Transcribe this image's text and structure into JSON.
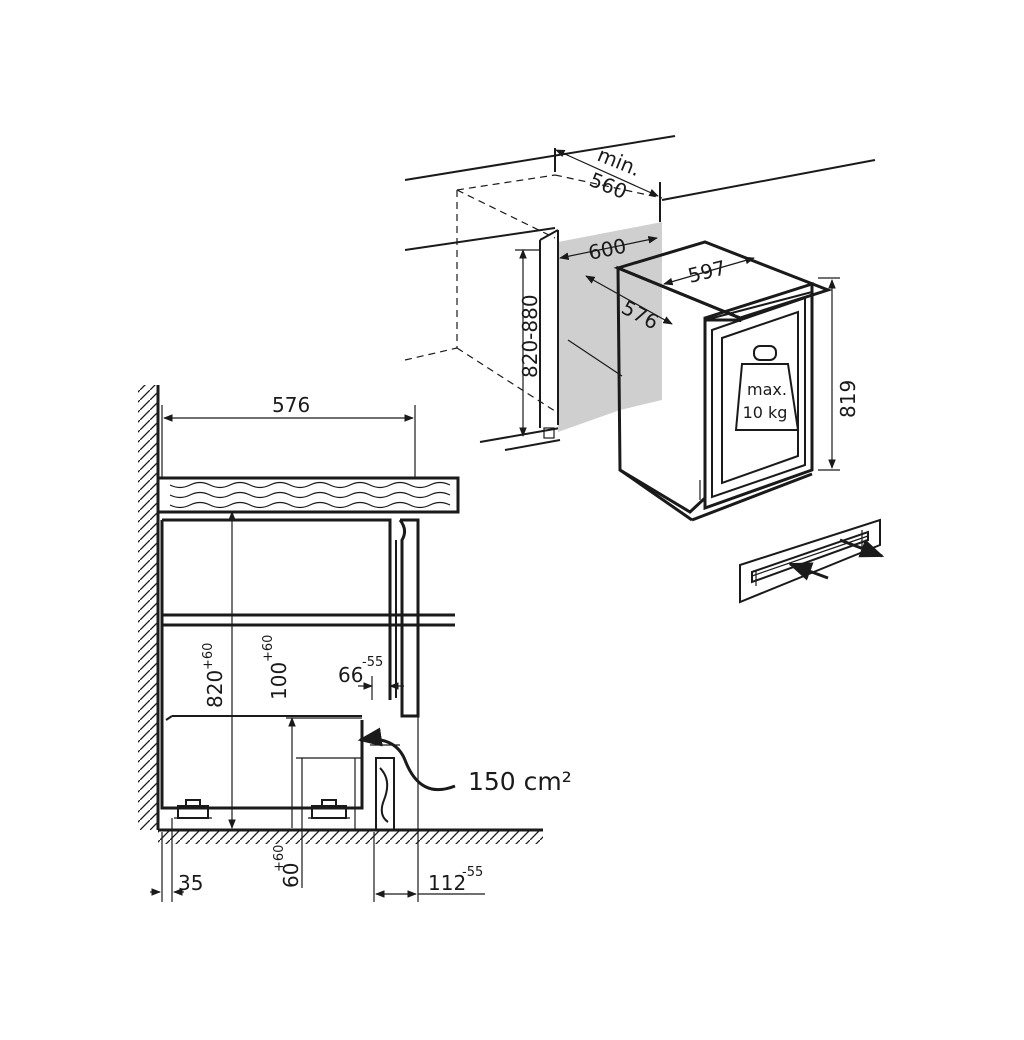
{
  "iso": {
    "min_label": "min.",
    "niche_depth": "560",
    "niche_width": "600",
    "niche_height": "820-880",
    "unit_width": "597",
    "unit_depth": "576",
    "unit_height": "819",
    "weight_line1": "max.",
    "weight_line2": "10 kg"
  },
  "side": {
    "depth": "576",
    "height_base": "820",
    "height_sup": "+60",
    "plinth_base": "100",
    "plinth_sup": "+60",
    "gap_base": "66",
    "gap_sup": "-55",
    "airflow": "150 cm²",
    "foot_base": "60",
    "foot_sup": "+60",
    "wall_gap": "35",
    "front_base": "112",
    "front_sup": "-55"
  },
  "colors": {
    "line": "#1a1a1a",
    "niche_fill": "#cfcfcf",
    "grille_fill": "#bdbdbd",
    "wood": "#e8e8e8"
  }
}
